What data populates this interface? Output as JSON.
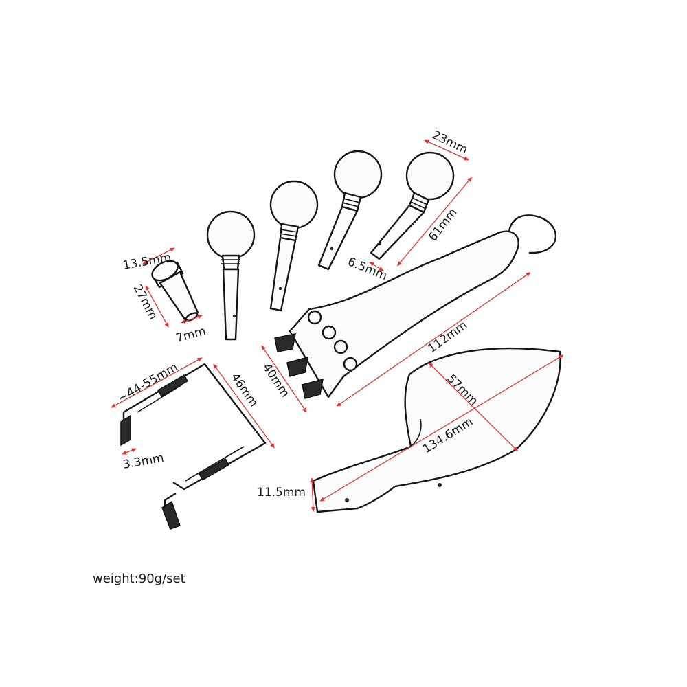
{
  "labels": {
    "endpin_head_width": "13.5mm",
    "endpin_length": "27mm",
    "endpin_shaft_width": "7mm",
    "peg_head_width": "23mm",
    "peg_length": "61mm",
    "peg_tip_width": "6.5mm",
    "tailpiece_length": "112mm",
    "tailpiece_width": "40mm",
    "clamp_width": "~44-55mm",
    "clamp_height": "46mm",
    "clamp_hook": "3.3mm",
    "chinrest_depth": "57mm",
    "chinrest_length": "134.6mm",
    "chinrest_height": "11.5mm"
  },
  "footer": {
    "weight": "weight:90g/set"
  },
  "colors": {
    "dimension_line": "#e0332e",
    "outline": "#151515",
    "background": "#ffffff"
  }
}
